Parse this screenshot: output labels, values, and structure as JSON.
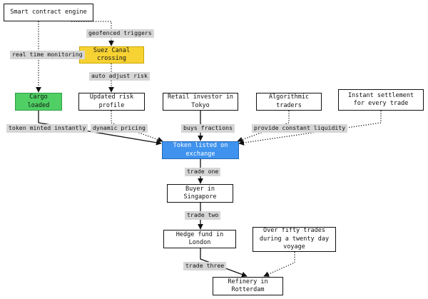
{
  "nodes": {
    "smart_contract": "Smart contract engine",
    "suez": "Suez Canal crossing",
    "cargo": "Cargo loaded",
    "risk_profile": "Updated risk profile",
    "retail": "Retail investor in Tokyo",
    "algo": "Algorithmic traders",
    "instant": "Instant settlement for every trade",
    "token": "Token listed on exchange",
    "singapore": "Buyer in Singapore",
    "hedge": "Hedge fund in London",
    "fifty": "Over fifty trades during a twenty day voyage",
    "refinery": "Refinery in Rotterdam"
  },
  "edges": {
    "geofenced": "geofenced triggers",
    "realtime": "real time monitoring",
    "auto_adjust": "auto adjust risk",
    "minted": "token minted instantly",
    "dynamic": "dynamic pricing",
    "fractions": "buys fractions",
    "liquidity": "provide constant liquidity",
    "trade_one": "trade one",
    "trade_two": "trade two",
    "trade_three": "trade three"
  },
  "colors": {
    "suez": "#f7d233",
    "cargo": "#4fcf64",
    "token": "#3f93ee",
    "label_bg": "#d6d6d6"
  }
}
